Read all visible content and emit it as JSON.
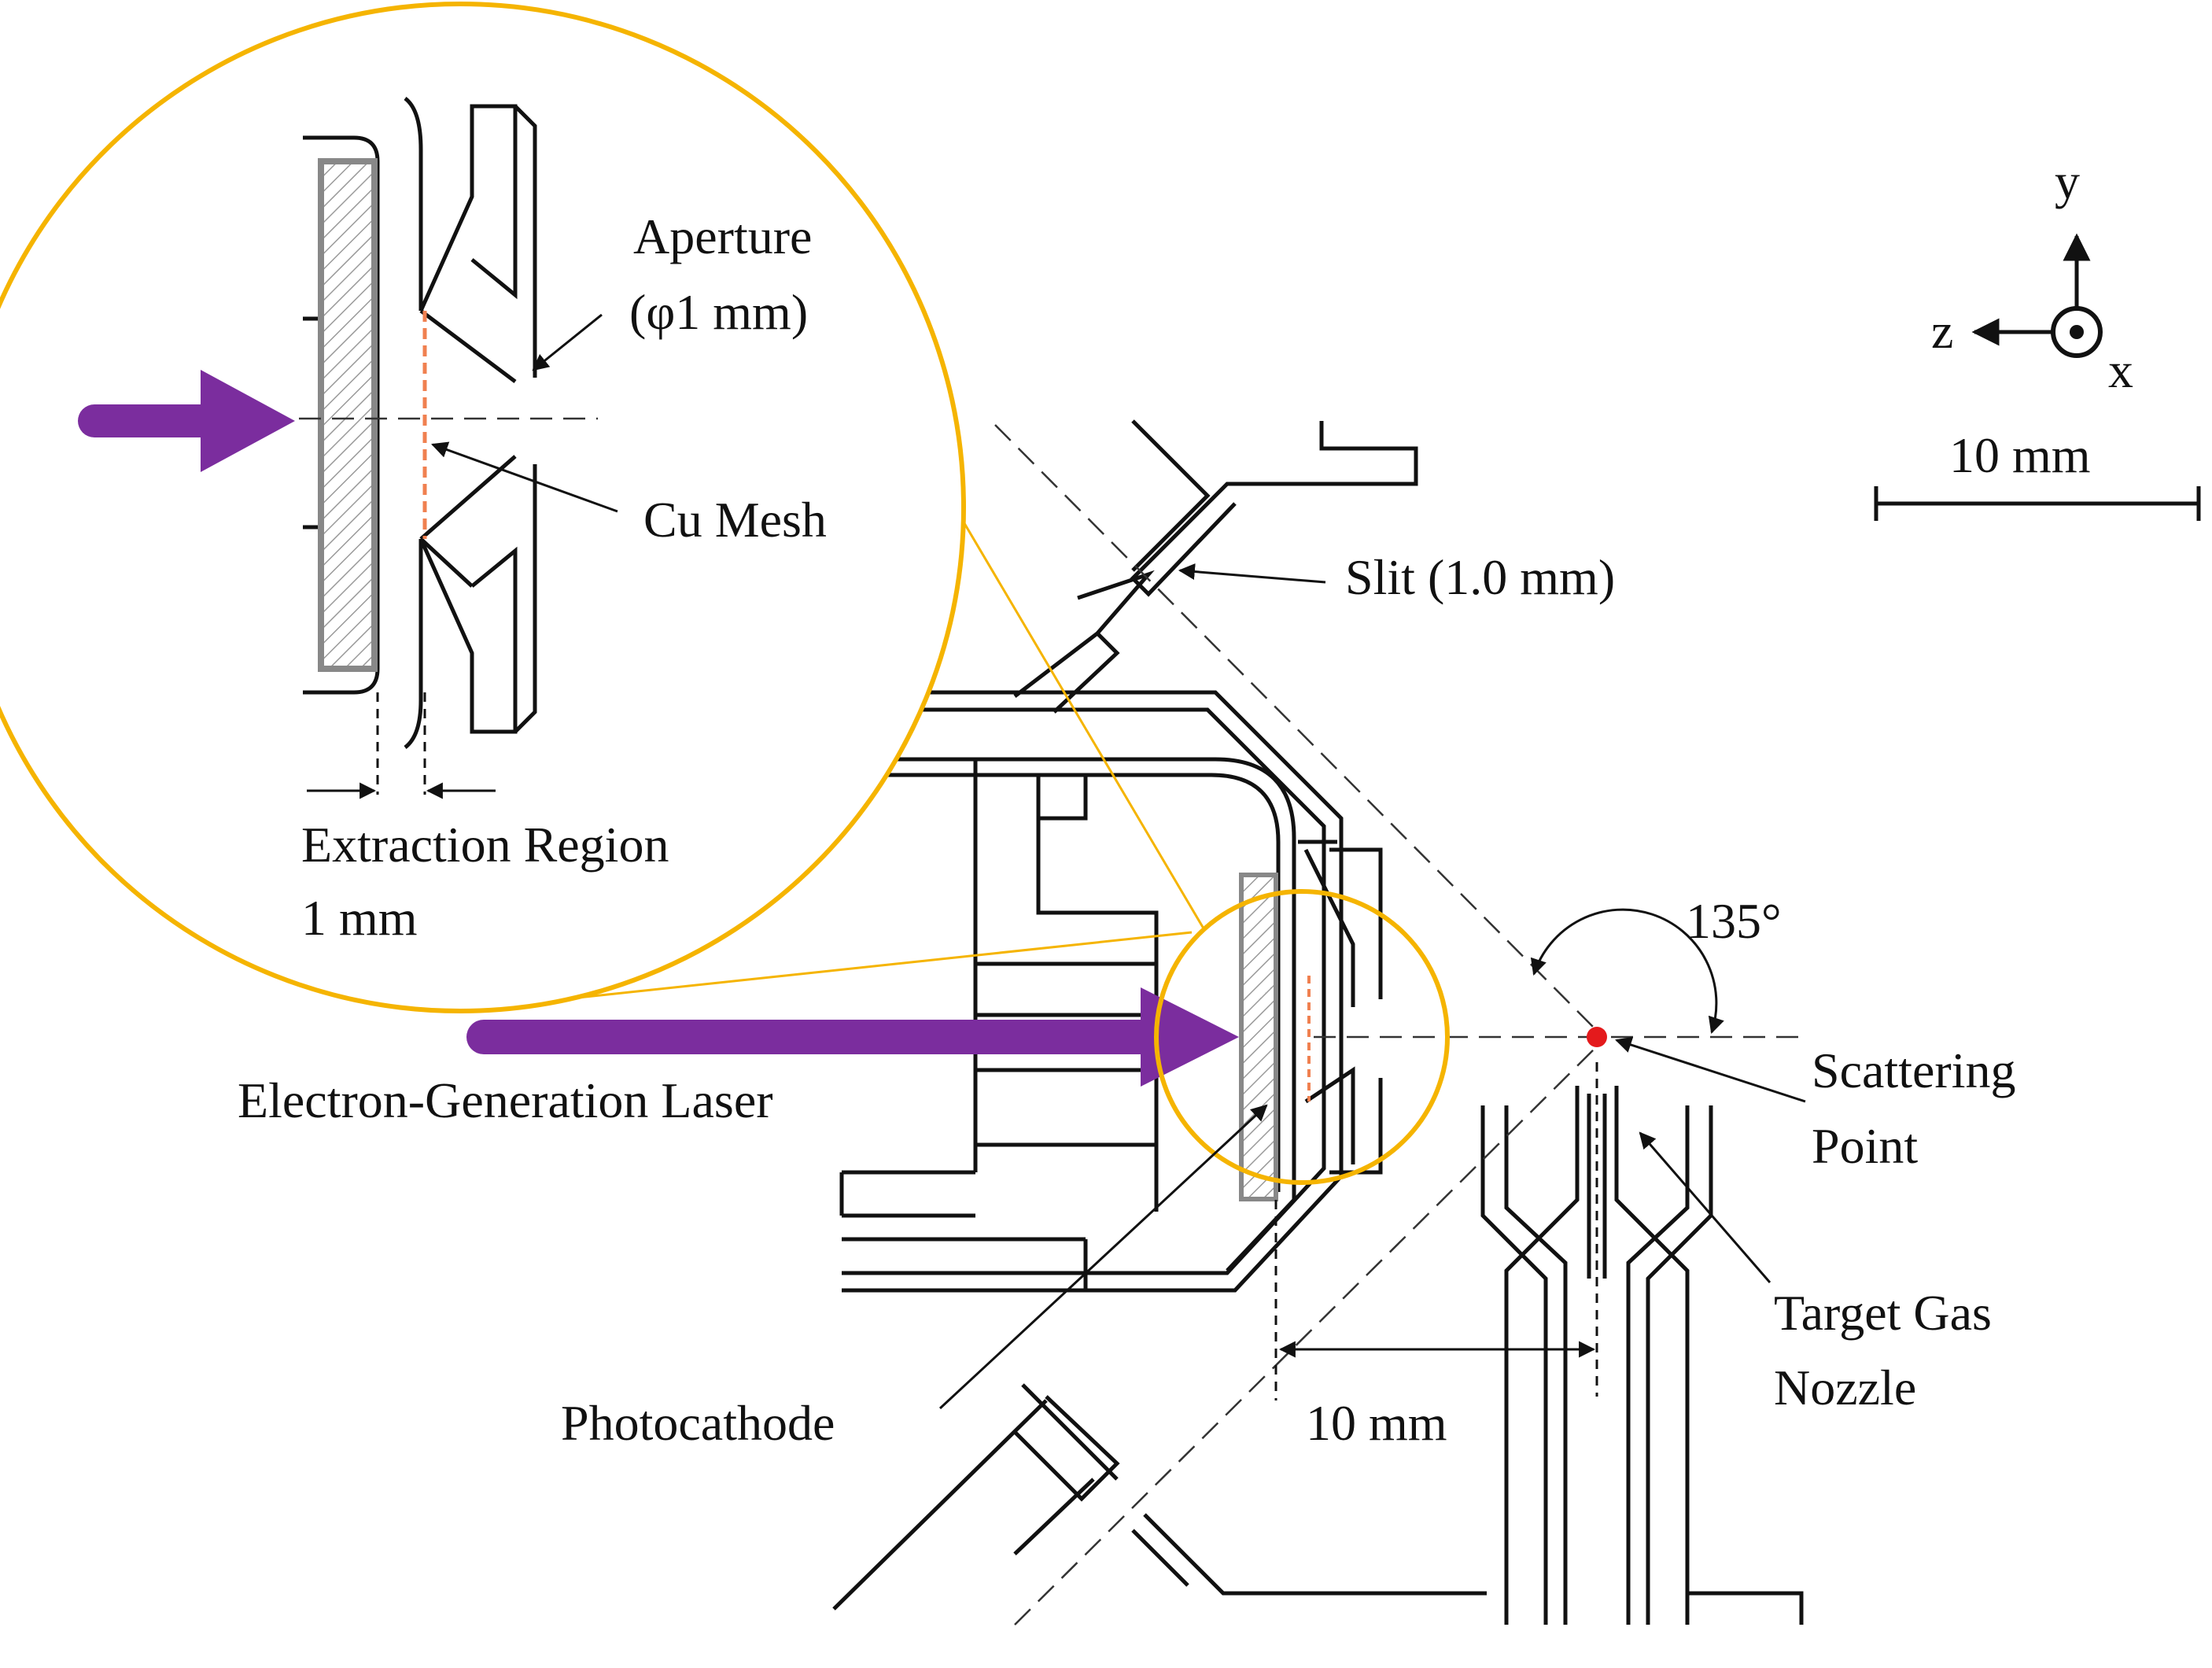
{
  "labels": {
    "aperture": "Aperture",
    "aperture_size": "(φ1 mm)",
    "cu_mesh": "Cu Mesh",
    "extraction_region": "Extraction Region",
    "extraction_size": "1 mm",
    "slit": "Slit (1.0 mm)",
    "electron_laser": "Electron-Generation Laser",
    "photocathode": "Photocathode",
    "distance_10mm": "10 mm",
    "scattering": "Scattering",
    "point": "Point",
    "target_gas": "Target Gas",
    "nozzle": "Nozzle",
    "angle": "135°",
    "scale": "10 mm",
    "axis_y": "y",
    "axis_z": "z",
    "axis_x": "x"
  },
  "colors": {
    "laser": "#7B2D9E",
    "magnifier": "#F5B400",
    "mesh": "#F08050",
    "scattering_point": "#E41A1C",
    "line": "#111111"
  },
  "icons": {
    "x_axis_out_of_page": "circle-dot-icon"
  }
}
